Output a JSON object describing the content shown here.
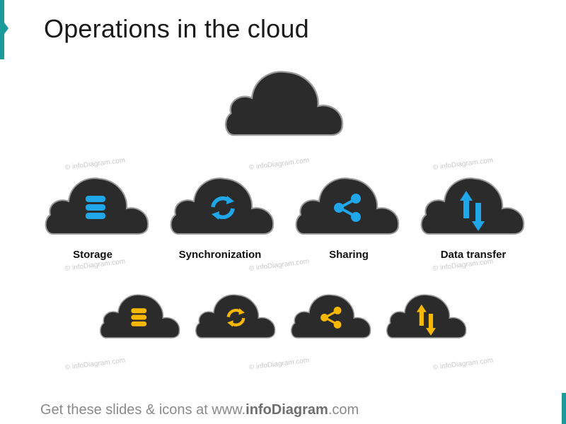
{
  "title": "Operations in the cloud",
  "labels": {
    "storage": "Storage",
    "synchronization": "Synchronization",
    "sharing": "Sharing",
    "data_transfer": "Data transfer"
  },
  "watermark": "© infoDiagram.com",
  "footer": {
    "prefix": "Get these slides & icons at www.",
    "brand": "infoDiagram",
    "suffix": ".com"
  },
  "colors": {
    "cloud_fill": "#2b2b2b",
    "cloud_outline": "#9a9a9a",
    "icon_blue": "#1fa7ea",
    "icon_yellow": "#f6b800",
    "accent": "#1b9a9a"
  },
  "icons": {
    "row1": [
      "database-icon",
      "sync-icon",
      "share-icon",
      "data-transfer-icon"
    ],
    "row2": [
      "database-icon",
      "sync-icon",
      "share-icon",
      "data-transfer-icon"
    ]
  }
}
